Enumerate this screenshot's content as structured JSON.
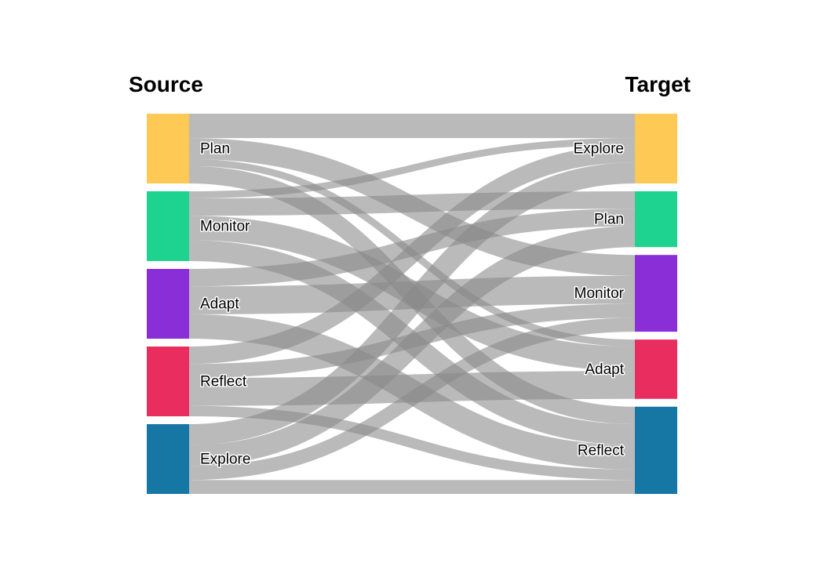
{
  "diagram": {
    "source_title": "Source",
    "target_title": "Target",
    "link_color": "#888888"
  },
  "chart_data": {
    "type": "sankey",
    "title": "",
    "source_nodes": [
      {
        "name": "Plan",
        "color": "#FEC955"
      },
      {
        "name": "Monitor",
        "color": "#1ED38F"
      },
      {
        "name": "Adapt",
        "color": "#8A2ED8"
      },
      {
        "name": "Reflect",
        "color": "#E92D5E"
      },
      {
        "name": "Explore",
        "color": "#1677A5"
      }
    ],
    "target_nodes": [
      {
        "name": "Explore",
        "color": "#FEC955"
      },
      {
        "name": "Plan",
        "color": "#1ED38F"
      },
      {
        "name": "Monitor",
        "color": "#8A2ED8"
      },
      {
        "name": "Adapt",
        "color": "#E92D5E"
      },
      {
        "name": "Reflect",
        "color": "#1677A5"
      }
    ],
    "links": [
      {
        "source": "Plan",
        "target": "Explore",
        "value": 7
      },
      {
        "source": "Plan",
        "target": "Monitor",
        "value": 6
      },
      {
        "source": "Plan",
        "target": "Adapt",
        "value": 2
      },
      {
        "source": "Plan",
        "target": "Reflect",
        "value": 5
      },
      {
        "source": "Monitor",
        "target": "Explore",
        "value": 2
      },
      {
        "source": "Monitor",
        "target": "Plan",
        "value": 5
      },
      {
        "source": "Monitor",
        "target": "Adapt",
        "value": 7
      },
      {
        "source": "Monitor",
        "target": "Reflect",
        "value": 6
      },
      {
        "source": "Adapt",
        "target": "Plan",
        "value": 5
      },
      {
        "source": "Adapt",
        "target": "Monitor",
        "value": 8
      },
      {
        "source": "Adapt",
        "target": "Reflect",
        "value": 7
      },
      {
        "source": "Reflect",
        "target": "Explore",
        "value": 5
      },
      {
        "source": "Reflect",
        "target": "Monitor",
        "value": 4
      },
      {
        "source": "Reflect",
        "target": "Adapt",
        "value": 8
      },
      {
        "source": "Reflect",
        "target": "Reflect",
        "value": 3
      },
      {
        "source": "Explore",
        "target": "Explore",
        "value": 6
      },
      {
        "source": "Explore",
        "target": "Plan",
        "value": 6
      },
      {
        "source": "Explore",
        "target": "Monitor",
        "value": 4
      },
      {
        "source": "Explore",
        "target": "Reflect",
        "value": 4
      }
    ]
  }
}
